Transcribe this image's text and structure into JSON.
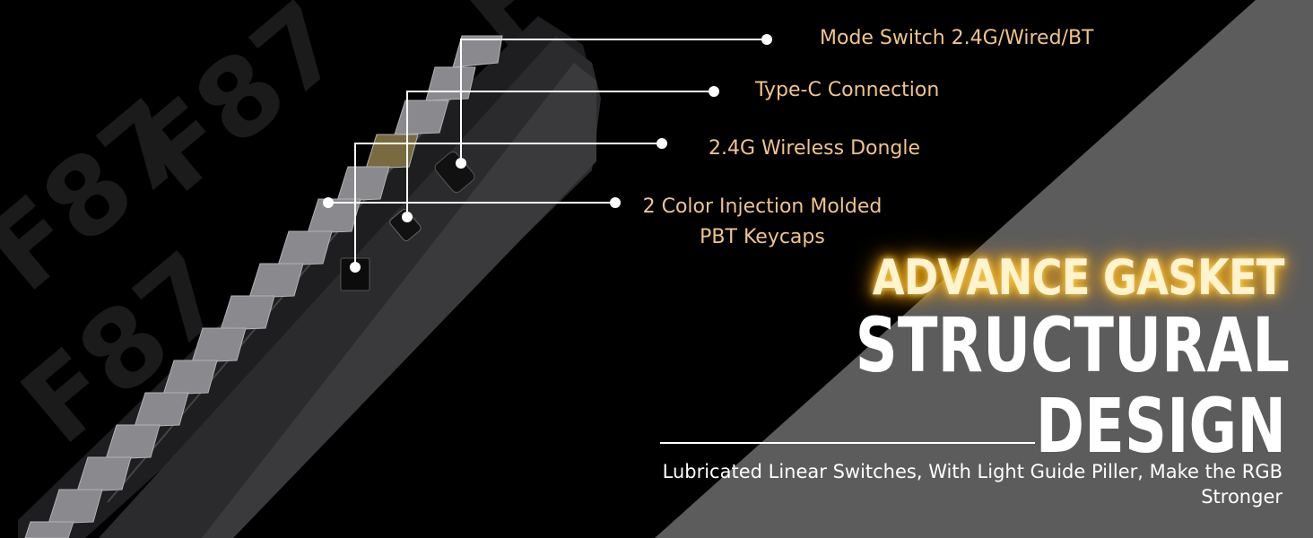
{
  "callouts": [
    {
      "id": "mode-switch",
      "label": "Mode Switch 2.4G/Wired/BT"
    },
    {
      "id": "type-c",
      "label": "Type-C Connection"
    },
    {
      "id": "dongle",
      "label": "2.4G Wireless Dongle"
    },
    {
      "id": "keycaps",
      "line1": "2 Color Injection Molded",
      "line2": "PBT Keycaps"
    }
  ],
  "headline": {
    "line1": "ADVANCE GASKET",
    "line2": "STRUCTURAL",
    "line3": "DESIGN"
  },
  "subtitle": "Lubricated Linear Switches, With Light Guide Piller, Make the RGB Stronger",
  "watermark_text": "F87",
  "colors": {
    "background": "#000000",
    "panel": "#5c5c5c",
    "callout_text": "#f0c48a",
    "glow": "#ffb400",
    "white": "#ffffff"
  }
}
